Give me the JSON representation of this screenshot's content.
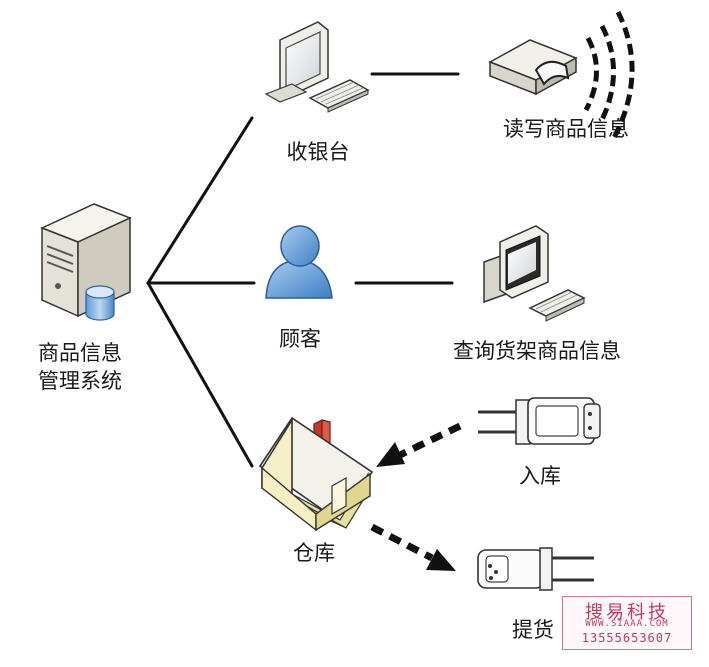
{
  "diagram": {
    "nodes": {
      "server": {
        "label_line1": "商品信息",
        "label_line2": "管理系统",
        "icon": "server-database-icon"
      },
      "cashier": {
        "label": "收银台",
        "icon": "desktop-computer-icon"
      },
      "rw_device": {
        "label": "读写商品信息",
        "icon": "rfid-reader-icon"
      },
      "customer": {
        "label": "顾客",
        "icon": "person-icon"
      },
      "query_terminal": {
        "label": "查询货架商品信息",
        "icon": "query-terminal-icon"
      },
      "warehouse": {
        "label": "仓库",
        "icon": "warehouse-house-icon"
      },
      "inbound": {
        "label": "入库",
        "icon": "forklift-icon"
      },
      "outbound": {
        "label": "提货",
        "icon": "forklift-icon"
      }
    },
    "edges": [
      {
        "from": "server",
        "to": "cashier",
        "style": "solid"
      },
      {
        "from": "server",
        "to": "customer",
        "style": "solid"
      },
      {
        "from": "server",
        "to": "warehouse",
        "style": "solid"
      },
      {
        "from": "cashier",
        "to": "rw_device",
        "style": "solid"
      },
      {
        "from": "customer",
        "to": "query_terminal",
        "style": "solid"
      },
      {
        "from": "inbound",
        "to": "warehouse",
        "style": "dashed-arrow"
      },
      {
        "from": "warehouse",
        "to": "outbound",
        "style": "dashed-arrow"
      }
    ]
  },
  "watermark": {
    "line1": "搜易科技",
    "line2": "WWW.SIAAA.COM",
    "line3": "13555653607"
  }
}
